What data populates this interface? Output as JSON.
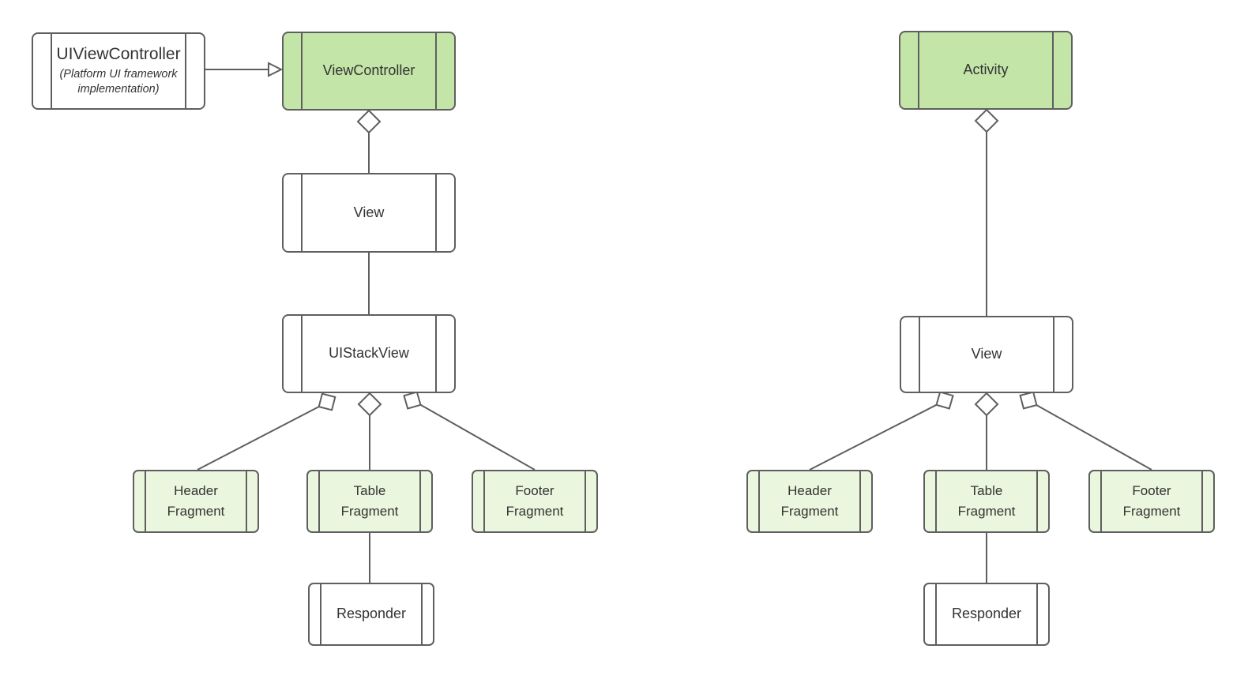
{
  "colors": {
    "node_green": "#c3e5a8",
    "node_light_green": "#eaf6dd",
    "node_white": "#ffffff",
    "border_gray": "#5f5f5f",
    "text": "#333333"
  },
  "left_diagram": {
    "uiviewcontroller": {
      "title": "UIViewController",
      "subtitle": "(Platform UI framework implementation)"
    },
    "viewcontroller": "ViewController",
    "view": "View",
    "uistackview": "UIStackView",
    "header_fragment": "Header Fragment",
    "table_fragment": "Table Fragment",
    "footer_fragment": "Footer Fragment",
    "responder": "Responder"
  },
  "right_diagram": {
    "activity": "Activity",
    "view": "View",
    "header_fragment": "Header Fragment",
    "table_fragment": "Table Fragment",
    "footer_fragment": "Footer Fragment",
    "responder": "Responder"
  }
}
